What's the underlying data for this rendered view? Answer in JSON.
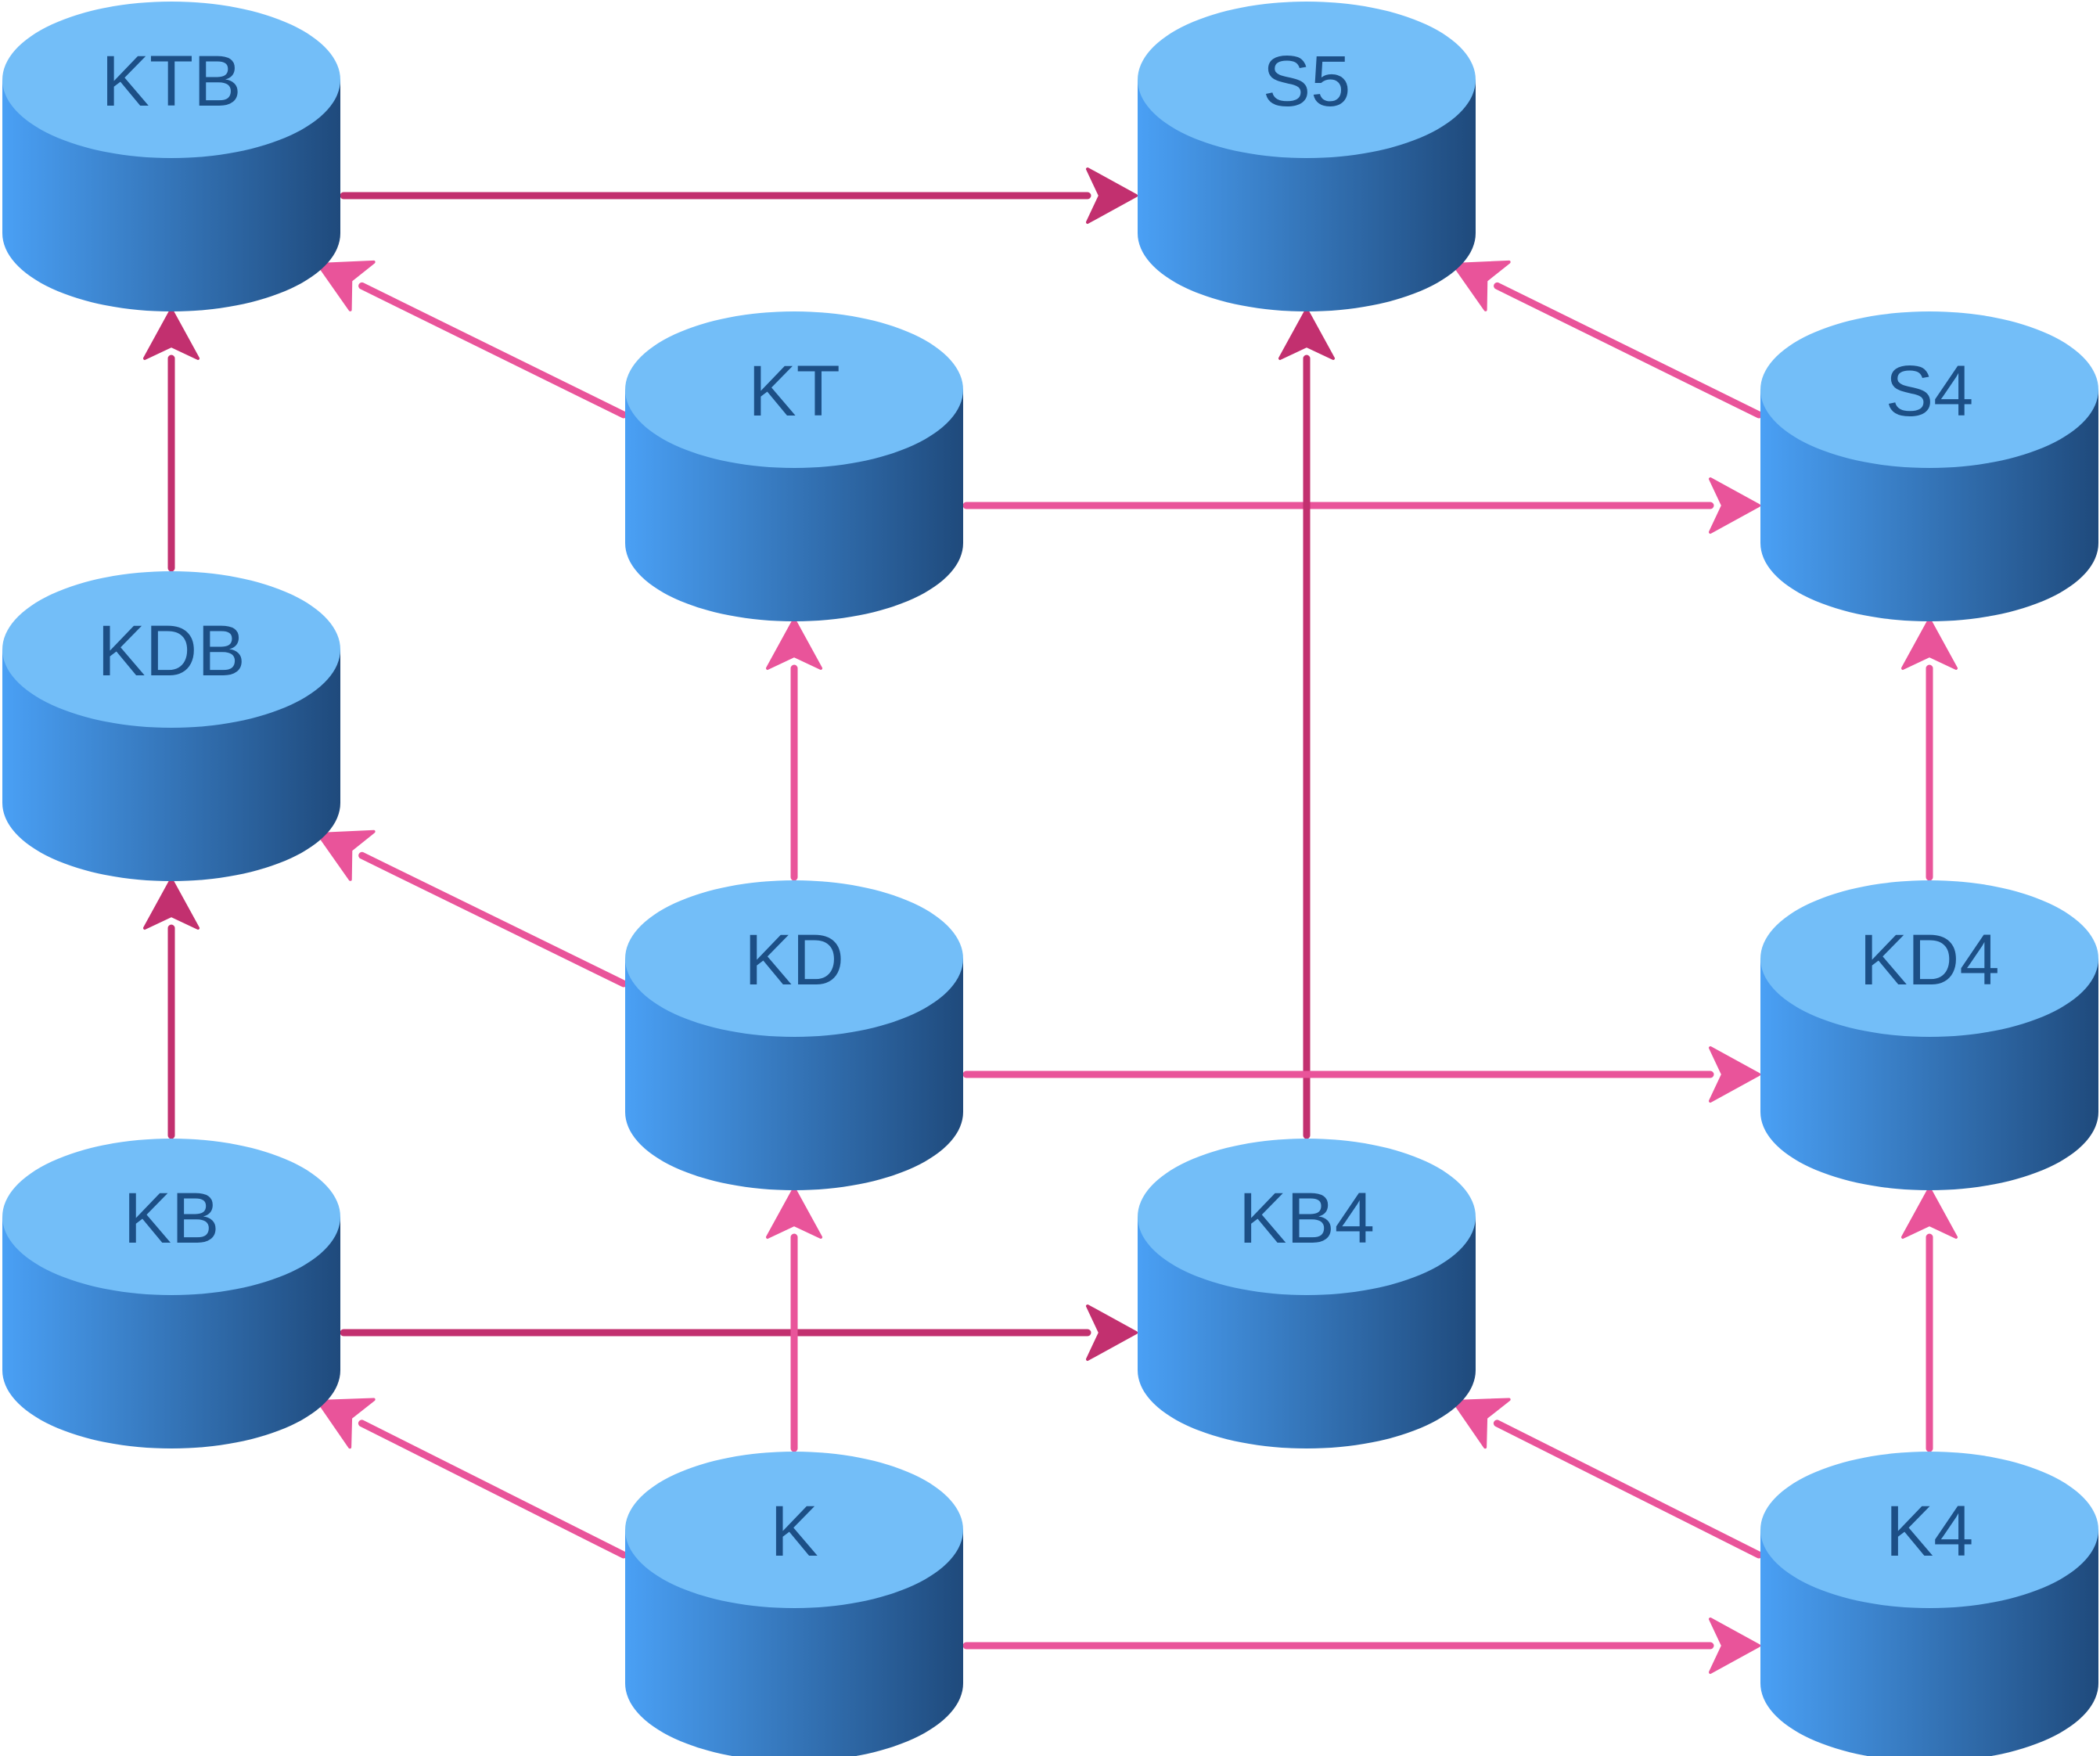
{
  "colors": {
    "cylinder_top": "#73bef8",
    "cylinder_side_light": "#4aa0f5",
    "cylinder_side_dark": "#1f4a7c",
    "label": "#1c4f86",
    "edge_light": "#e9549a",
    "edge_dark": "#c2306f",
    "background": "#ffffff"
  },
  "nodes": [
    {
      "id": "KTB",
      "label": "KTB"
    },
    {
      "id": "S5",
      "label": "S5"
    },
    {
      "id": "KT",
      "label": "KT"
    },
    {
      "id": "S4",
      "label": "S4"
    },
    {
      "id": "KDB",
      "label": "KDB"
    },
    {
      "id": "KD",
      "label": "KD"
    },
    {
      "id": "KD4",
      "label": "KD4"
    },
    {
      "id": "KB",
      "label": "KB"
    },
    {
      "id": "KB4",
      "label": "KB4"
    },
    {
      "id": "K",
      "label": "K"
    },
    {
      "id": "K4",
      "label": "K4"
    }
  ],
  "edges": [
    {
      "from": "KTB",
      "to": "S5",
      "tone": "dark"
    },
    {
      "from": "KT",
      "to": "KTB",
      "tone": "light"
    },
    {
      "from": "KDB",
      "to": "KTB",
      "tone": "dark"
    },
    {
      "from": "KT",
      "to": "S4",
      "tone": "light"
    },
    {
      "from": "S4",
      "to": "S5",
      "tone": "light"
    },
    {
      "from": "KB4",
      "to": "S5",
      "tone": "dark"
    },
    {
      "from": "KD",
      "to": "KT",
      "tone": "light"
    },
    {
      "from": "KD4",
      "to": "S4",
      "tone": "light"
    },
    {
      "from": "KD",
      "to": "KDB",
      "tone": "light"
    },
    {
      "from": "KB",
      "to": "KDB",
      "tone": "dark"
    },
    {
      "from": "KD",
      "to": "KD4",
      "tone": "light"
    },
    {
      "from": "KB",
      "to": "KB4",
      "tone": "dark"
    },
    {
      "from": "K",
      "to": "KD",
      "tone": "light"
    },
    {
      "from": "K",
      "to": "KB",
      "tone": "light"
    },
    {
      "from": "K4",
      "to": "KB4",
      "tone": "light"
    },
    {
      "from": "K4",
      "to": "KD4",
      "tone": "light"
    },
    {
      "from": "K",
      "to": "K4",
      "tone": "light"
    }
  ]
}
